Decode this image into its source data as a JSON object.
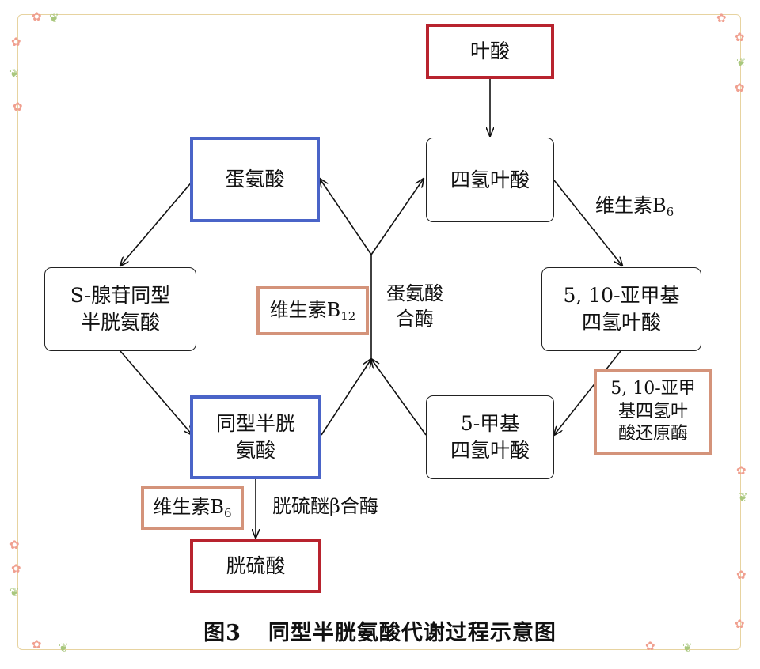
{
  "nodes": {
    "folic_acid": "叶酸",
    "methionine": "蛋氨酸",
    "thf": "四氢叶酸",
    "sam_line1": "S-腺苷同型",
    "sam_line2": "半胱氨酸",
    "methylene_thf_line1": "5, 10-亚甲基",
    "methylene_thf_line2": "四氢叶酸",
    "homocysteine_line1": "同型半胱",
    "homocysteine_line2": "氨酸",
    "methyl_thf_line1": "5-甲基",
    "methyl_thf_line2": "四氢叶酸",
    "cystathionine": "胱硫酸"
  },
  "cofactors": {
    "b6_top_main": "维生素B",
    "b6_top_sub": "6",
    "b12_main": "维生素B",
    "b12_sub": "12",
    "b6_bottom_main": "维生素B",
    "b6_bottom_sub": "6",
    "mthfr_line1": "5, 10-亚甲",
    "mthfr_line2": "基四氢叶",
    "mthfr_line3": "酸还原酶"
  },
  "enzymes": {
    "methionine_synthase_line1": "蛋氨酸",
    "methionine_synthase_line2": "合酶",
    "cbs": "胱硫醚β合酶"
  },
  "caption": {
    "figure": "图3",
    "title": "同型半胱氨酸代谢过程示意图"
  },
  "colors": {
    "frame": "#e7d3a0",
    "substrate_border": "#4a64c8",
    "endpoint_border": "#b8232e",
    "cofactor_border": "#d4937a",
    "intermediate_border": "#222222",
    "flower": "#f0a090",
    "leaf": "#a9c77d"
  }
}
